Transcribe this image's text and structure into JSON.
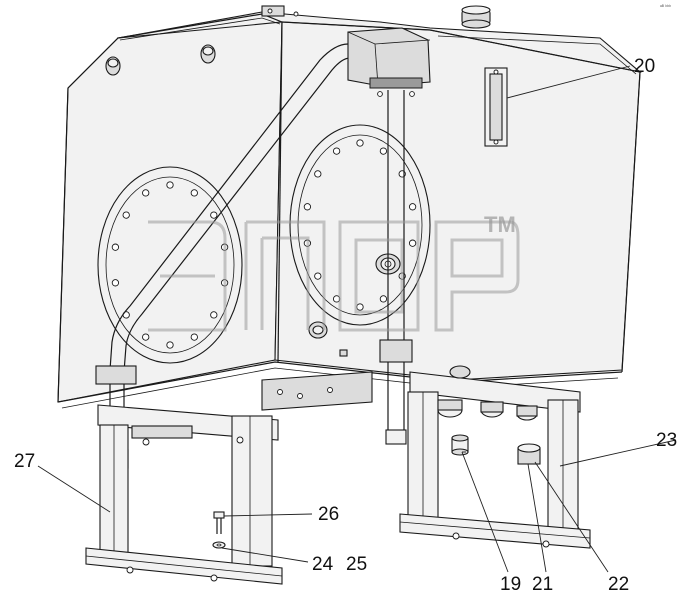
{
  "drawing": {
    "watermark": "ᴲᴨɕᴘ",
    "trademark": "TM",
    "corner_mark": "ᵃᴮ ᵇᵇᵇ"
  },
  "callouts": {
    "c20": "20",
    "c23": "23",
    "c27": "27",
    "c26": "26",
    "c24": "24",
    "c25": "25",
    "c19": "19",
    "c21": "21",
    "c22": "22"
  }
}
